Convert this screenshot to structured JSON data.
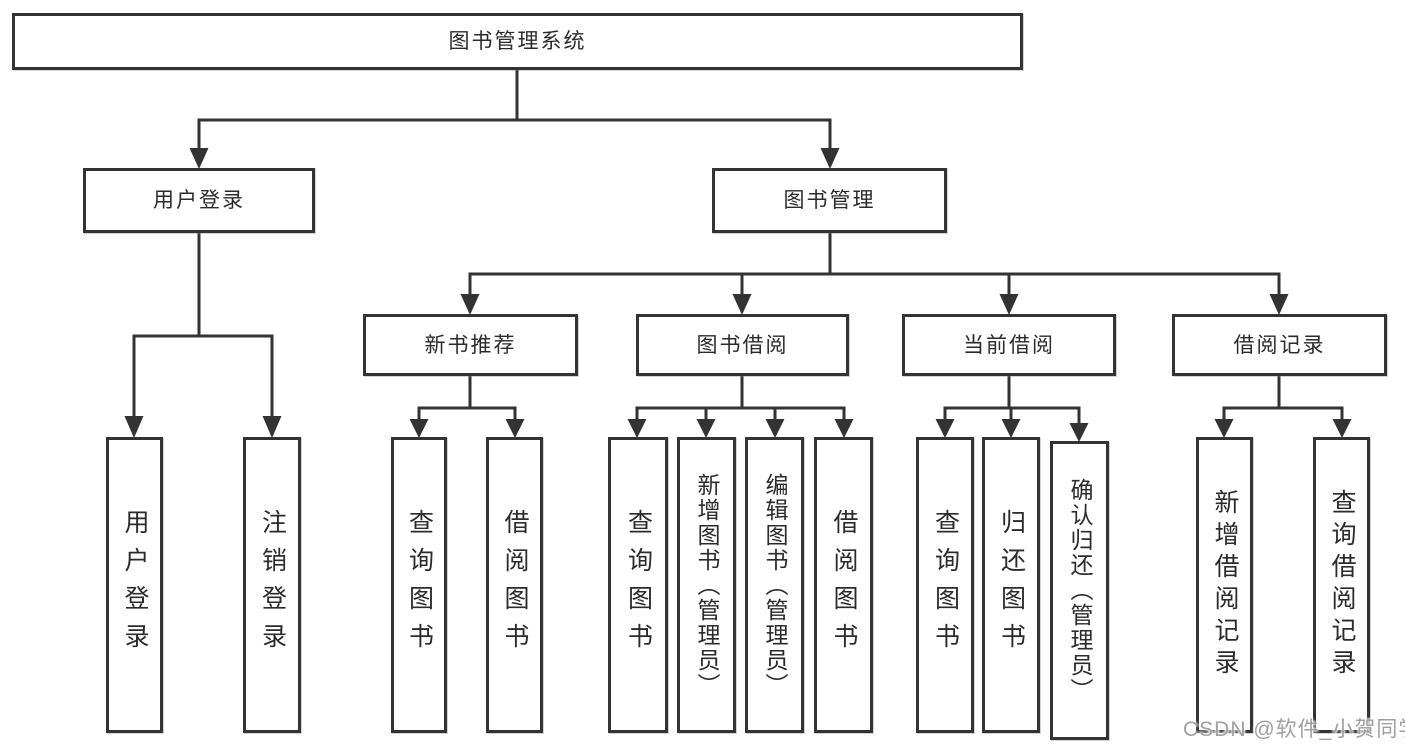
{
  "tree": {
    "label": "图书管理系统",
    "children": [
      {
        "label": "用户登录",
        "children": [
          {
            "label": "用户登录"
          },
          {
            "label": "注销登录"
          }
        ]
      },
      {
        "label": "图书管理",
        "children": [
          {
            "label": "新书推荐",
            "children": [
              {
                "label": "查询图书"
              },
              {
                "label": "借阅图书"
              }
            ]
          },
          {
            "label": "图书借阅",
            "children": [
              {
                "label": "查询图书"
              },
              {
                "label": "新增图书（管理员）"
              },
              {
                "label": "编辑图书（管理员）"
              },
              {
                "label": "借阅图书"
              }
            ]
          },
          {
            "label": "当前借阅",
            "children": [
              {
                "label": "查询图书"
              },
              {
                "label": "归还图书"
              },
              {
                "label": "确认归还（管理员）"
              }
            ]
          },
          {
            "label": "借阅记录",
            "children": [
              {
                "label": "新增借阅记录"
              },
              {
                "label": "查询借阅记录"
              }
            ]
          }
        ]
      }
    ]
  },
  "watermark": {
    "text": "CSDN @软件_小贺同学"
  },
  "colors": {
    "line": "#333333",
    "box_border": "#333333",
    "box_background": "#ffffff",
    "page_background": "#ffffff",
    "watermark": "#a0a0a0"
  }
}
